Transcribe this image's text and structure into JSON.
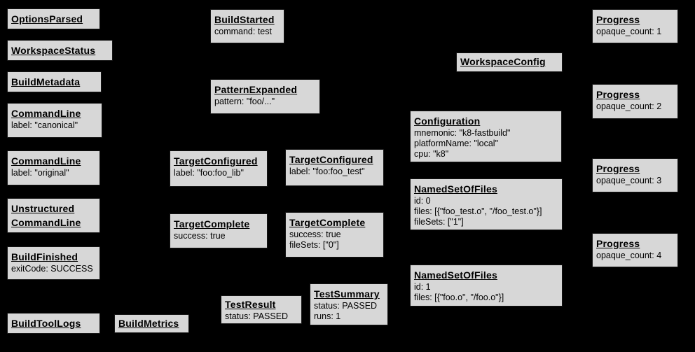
{
  "diagram": {
    "kind": "build-event-graph",
    "colors": {
      "background": "#000000",
      "node_fill": "#d7d7d7",
      "node_border": "#161616",
      "text": "#000000"
    },
    "nodes": [
      {
        "id": "options-parsed",
        "title": "OptionsParsed",
        "lines": []
      },
      {
        "id": "workspace-status",
        "title": "WorkspaceStatus",
        "lines": []
      },
      {
        "id": "build-metadata",
        "title": "BuildMetadata",
        "lines": []
      },
      {
        "id": "command-line-canonical",
        "title": "CommandLine",
        "lines": [
          "label: \"canonical\""
        ]
      },
      {
        "id": "command-line-original",
        "title": "CommandLine",
        "lines": [
          "label: \"original\""
        ]
      },
      {
        "id": "unstructured-command-line",
        "title": "Unstructured\nCommandLine",
        "lines": []
      },
      {
        "id": "build-finished",
        "title": "BuildFinished",
        "lines": [
          "exitCode: SUCCESS"
        ]
      },
      {
        "id": "build-tool-logs",
        "title": "BuildToolLogs",
        "lines": []
      },
      {
        "id": "build-metrics",
        "title": "BuildMetrics",
        "lines": []
      },
      {
        "id": "build-started",
        "title": "BuildStarted",
        "lines": [
          "command: test"
        ]
      },
      {
        "id": "pattern-expanded",
        "title": "PatternExpanded",
        "lines": [
          "pattern: \"foo/...\""
        ]
      },
      {
        "id": "target-configured-foo-lib",
        "title": "TargetConfigured",
        "lines": [
          "label: \"foo:foo_lib\""
        ]
      },
      {
        "id": "target-complete-foo-lib",
        "title": "TargetComplete",
        "lines": [
          "success: true"
        ]
      },
      {
        "id": "test-result",
        "title": "TestResult",
        "lines": [
          "status: PASSED"
        ]
      },
      {
        "id": "target-configured-foo-test",
        "title": "TargetConfigured",
        "lines": [
          "label: \"foo:foo_test\""
        ]
      },
      {
        "id": "target-complete-foo-test",
        "title": "TargetComplete",
        "lines": [
          "success: true",
          "fileSets: [\"0\"]"
        ]
      },
      {
        "id": "test-summary",
        "title": "TestSummary",
        "lines": [
          "status: PASSED",
          "runs: 1"
        ]
      },
      {
        "id": "workspace-config",
        "title": "WorkspaceConfig",
        "lines": []
      },
      {
        "id": "configuration",
        "title": "Configuration",
        "lines": [
          "mnemonic: \"k8-fastbuild\"",
          "platformName: \"local\"",
          "cpu: \"k8\""
        ]
      },
      {
        "id": "named-set-of-files-0",
        "title": "NamedSetOfFiles",
        "lines": [
          "id: 0",
          "files: [{\"foo_test.o\", \"/foo_test.o\"}]",
          "fileSets: [\"1\"]"
        ]
      },
      {
        "id": "named-set-of-files-1",
        "title": "NamedSetOfFiles",
        "lines": [
          "id: 1",
          "files: [{\"foo.o\", \"/foo.o\"}]"
        ]
      },
      {
        "id": "progress-1",
        "title": "Progress",
        "lines": [
          "opaque_count: 1"
        ]
      },
      {
        "id": "progress-2",
        "title": "Progress",
        "lines": [
          "opaque_count: 2"
        ]
      },
      {
        "id": "progress-3",
        "title": "Progress",
        "lines": [
          "opaque_count: 3"
        ]
      },
      {
        "id": "progress-4",
        "title": "Progress",
        "lines": [
          "opaque_count: 4"
        ]
      }
    ]
  }
}
